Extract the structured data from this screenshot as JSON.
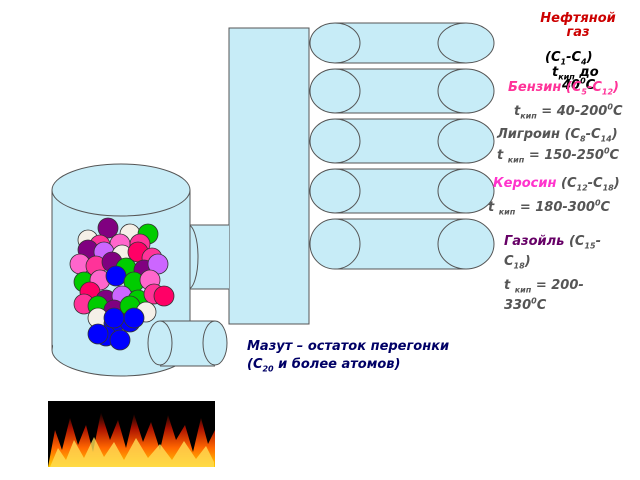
{
  "colors": {
    "liquid": "#c7ecf7",
    "outline": "#555555",
    "gas": "#cc0000",
    "gasoline": "#ff3399",
    "ligroin": "#555555",
    "kerosene": "#ff33cc",
    "gasoil": "#660066",
    "mazut": "#000066"
  },
  "fractions": {
    "gas": {
      "name": "Нефтяной газ",
      "formula_c": "(C",
      "n1": "1",
      "dash": "-C",
      "n2": "4",
      "close": ")"
    },
    "gasoline": {
      "name": "Бензин",
      "formula": "(C",
      "n1": "5",
      "dash": "-C",
      "n2": "12",
      "close": ")",
      "t": "t",
      "t_sub": "кип",
      "t_val": " = 40-200",
      "t_sup": "0",
      "t_unit": "C"
    },
    "ligroin": {
      "name": "Лигроин",
      "formula": "(C",
      "n1": "8",
      "dash": "-C",
      "n2": "14",
      "close": ")",
      "t": "t",
      "t_sub": "кип",
      "t_val": " = 150-250",
      "t_sup": "0",
      "t_unit": "C"
    },
    "kerosene": {
      "name": "Керосин",
      "formula": "(C",
      "n1": "12",
      "dash": "-C",
      "n2": "18",
      "close": ")",
      "t": "t",
      "t_sub": "кип",
      "t_val": " = 180-300",
      "t_sup": "0",
      "t_unit": "C"
    },
    "gasoil": {
      "name": "Газойль",
      "formula": "(C",
      "n1": "15",
      "dash": "-",
      "line2_c": "C",
      "n2": "18",
      "close": ")",
      "t": "t",
      "t_sub": "кип",
      "t_val": " = 200-",
      "t_val2": "330",
      "t_sup": "0",
      "t_unit": "C"
    },
    "gas_overlap": {
      "t": "t",
      "t_sub": "кип",
      "t_val": " до ",
      "t_val2": "40",
      "t_sup": "0",
      "t_unit": "C"
    }
  },
  "mazut": {
    "line1": "Мазут – остаток перегонки",
    "line2_a": "(С",
    "line2_sub": "20",
    "line2_b": " и более атомов)"
  },
  "molecule_colors": [
    "#f5f0e8",
    "#800080",
    "#ff3399",
    "#ff66cc",
    "#00cc00",
    "#0000ff",
    "#ff0066",
    "#cc66ff"
  ]
}
